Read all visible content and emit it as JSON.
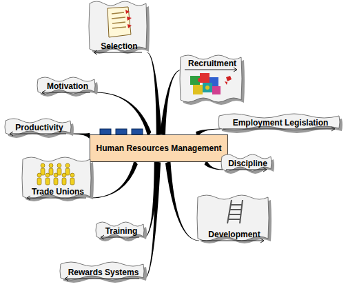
{
  "diagram": {
    "nodes": [
      {
        "text": [
          "Human Resources Management"
        ]
      },
      {
        "text": [
          "Selection"
        ]
      },
      {
        "text": [
          "Recruitment"
        ]
      },
      {
        "text": [
          "Motivation"
        ]
      },
      {
        "text": [
          "Productivity"
        ]
      },
      {
        "text": [
          "Employment Legislation"
        ]
      },
      {
        "text": [
          "Discipline"
        ]
      },
      {
        "text": [
          "Trade Unions"
        ]
      },
      {
        "text": [
          "Development"
        ]
      },
      {
        "text": [
          "Training"
        ]
      },
      {
        "text": [
          "Rewards Systems"
        ]
      }
    ],
    "edges": [
      {
        "from": 0,
        "to": 1,
        "arrow": "none"
      },
      {
        "from": 0,
        "to": 2,
        "arrow": "none"
      },
      {
        "from": 0,
        "to": 3,
        "arrow": "none"
      },
      {
        "from": 0,
        "to": 4,
        "arrow": "none"
      },
      {
        "from": 0,
        "to": 5,
        "arrow": "none"
      },
      {
        "from": 0,
        "to": 6,
        "arrow": "none"
      },
      {
        "from": 0,
        "to": 7,
        "arrow": "none"
      },
      {
        "from": 0,
        "to": 8,
        "arrow": "none"
      },
      {
        "from": 0,
        "to": 9,
        "arrow": "none"
      },
      {
        "from": 0,
        "to": 10,
        "arrow": "none"
      }
    ]
  }
}
